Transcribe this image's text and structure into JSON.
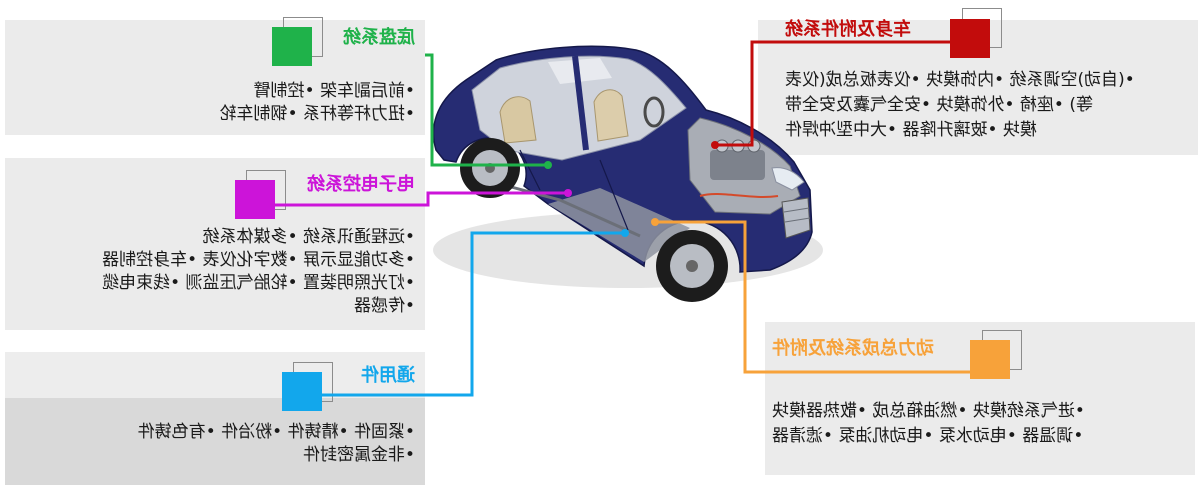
{
  "panels": {
    "chassis": {
      "title": "底盘系统",
      "color": "#1fb24a",
      "lines": [
        "•前后副车架 •控制臂",
        "•扭力杆等杆系 •钢制车轮"
      ]
    },
    "electronics": {
      "title": "电子电控系统",
      "color": "#cc14d9",
      "lines": [
        "•远程通讯系统 •多媒体系统",
        "•多功能显示屏 •数字化仪表 •车身控制器",
        "•灯光照明装置 •轮胎气压监测 •线束电缆",
        "•传感器"
      ]
    },
    "common": {
      "title": "通用件",
      "color": "#12a7ec",
      "lines": [
        "•紧固件 •精铸件 •粉冶件 •有色铸件",
        "•非金属密封件"
      ]
    },
    "body": {
      "title": "车身及附件系统",
      "color": "#c20c0c",
      "lines": [
        "•(自动)空调系统 •内饰模块 •仪表板总成(仪表",
        "等) •座椅 •外饰模块 •安全气囊及安全带",
        "模块 •玻璃升降器 •大中型冲焊件"
      ]
    },
    "powertrain": {
      "title": "动力总成系统及附件",
      "color": "#f7a23a",
      "lines": [
        "•进气系统模块 •燃油箱总成 •散热器模块",
        "•调温器 •电动水泵 •电动机油泵 •滤清器"
      ]
    }
  },
  "car": {
    "body_color": "#262c73"
  }
}
